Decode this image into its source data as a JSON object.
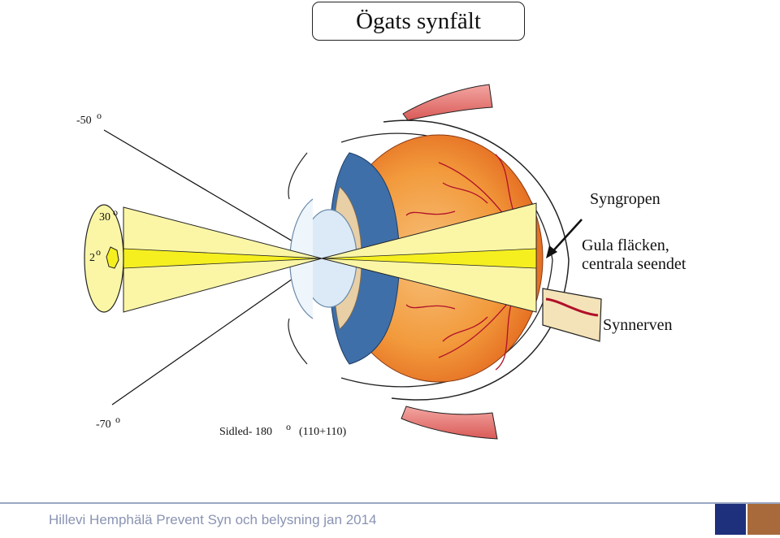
{
  "title": "Ögats synfält",
  "angles": {
    "top": "-50",
    "upper": "30",
    "center": "2",
    "bottom": "-70",
    "degree_symbol": "o"
  },
  "labels": {
    "syngropen": "Syngropen",
    "gula_line1": "Gula fläcken,",
    "gula_line2": "centrala seendet",
    "synnerven": "Synnerven",
    "sidled_prefix": "Sidled- 180",
    "sidled_suffix": "(110+110)"
  },
  "footer": {
    "text": "Hillevi Hemphälä Prevent Syn och belysning jan 2014"
  },
  "colors": {
    "cone": "#fbf6a6",
    "cone_inner": "#f5ef20",
    "iris": "#3f6fa8",
    "retina": "#f08a2c",
    "muscle": "#e87a78",
    "footer_blue": "#1e2f7c",
    "footer_brown": "#a86a3a"
  }
}
